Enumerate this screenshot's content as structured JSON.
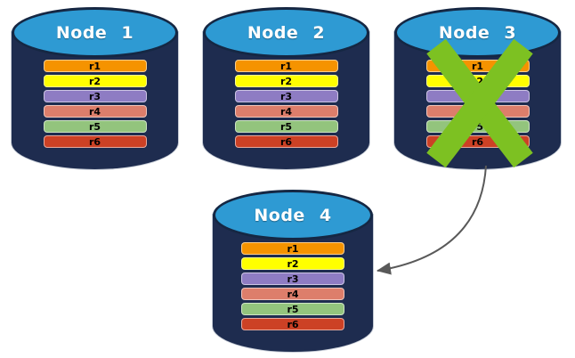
{
  "diagram": {
    "colors": {
      "background": "#FFFFFF",
      "cylinder_body": "#1E2C4F",
      "cylinder_top": "#2E9AD3",
      "cylinder_outline": "#152743",
      "failure_x": "#7DC122",
      "arrow": "#595959"
    },
    "partitions": [
      {
        "id": "r1",
        "color": "#F59300"
      },
      {
        "id": "r2",
        "color": "#FFFF00"
      },
      {
        "id": "r3",
        "color": "#8E7CC3"
      },
      {
        "id": "r4",
        "color": "#DD7E6B"
      },
      {
        "id": "r5",
        "color": "#93C47D"
      },
      {
        "id": "r6",
        "color": "#CC4125"
      }
    ],
    "nodes": [
      {
        "label": "Node 1",
        "crossed_out": false
      },
      {
        "label": "Node 2",
        "crossed_out": false
      },
      {
        "label": "Node 3",
        "crossed_out": true
      },
      {
        "label": "Node 4",
        "crossed_out": false
      }
    ]
  }
}
